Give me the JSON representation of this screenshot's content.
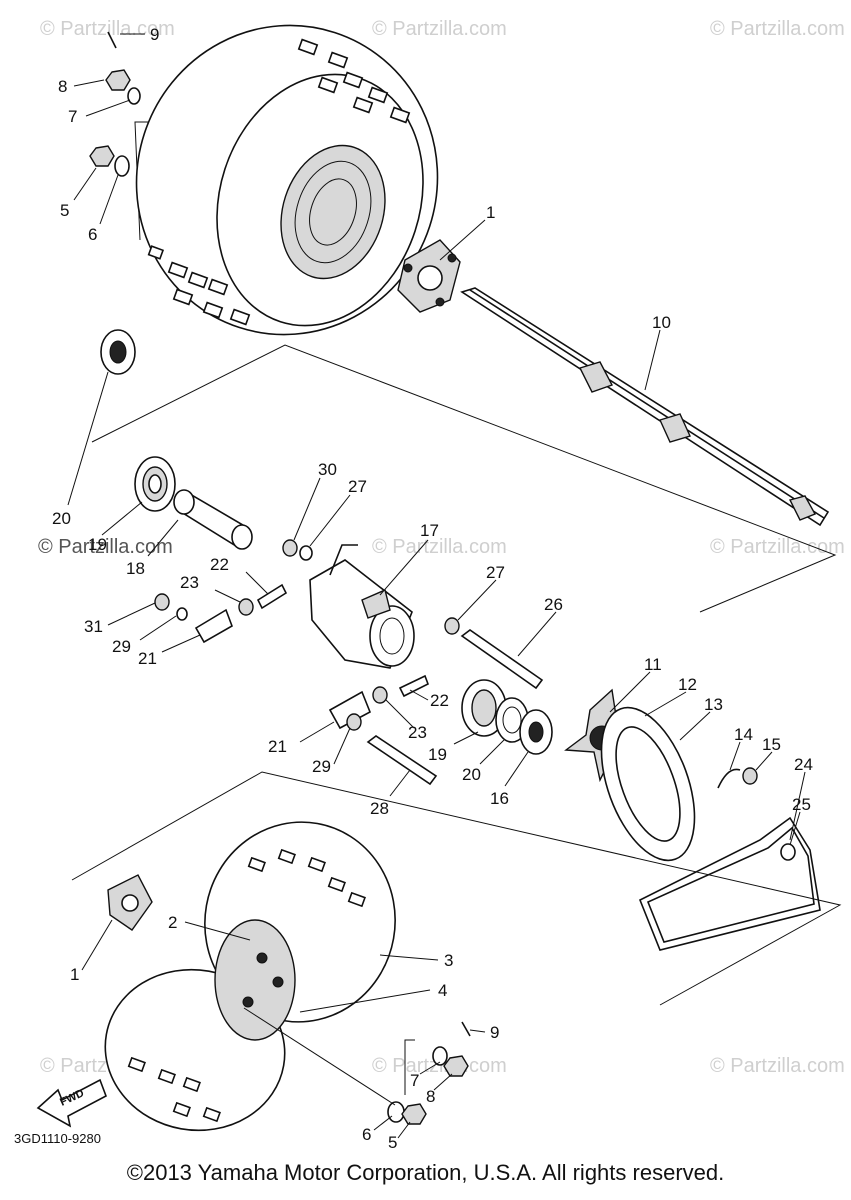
{
  "watermarks": {
    "brand": "© Partzilla.com",
    "brand_dark": "© Partzilla.com"
  },
  "diagram_code": "3GD1110-9280",
  "fwd_label": "FWD",
  "copyright": "©2013  Yamaha Motor Corporation, U.S.A. All rights reserved.",
  "callouts": [
    {
      "id": "c9a",
      "label": "9"
    },
    {
      "id": "c8a",
      "label": "8"
    },
    {
      "id": "c7a",
      "label": "7"
    },
    {
      "id": "c5a",
      "label": "5"
    },
    {
      "id": "c6a",
      "label": "6"
    },
    {
      "id": "c1a",
      "label": "1"
    },
    {
      "id": "c10",
      "label": "10"
    },
    {
      "id": "c20a",
      "label": "20"
    },
    {
      "id": "c19a",
      "label": "19"
    },
    {
      "id": "c18",
      "label": "18"
    },
    {
      "id": "c30",
      "label": "30"
    },
    {
      "id": "c27a",
      "label": "27"
    },
    {
      "id": "c17",
      "label": "17"
    },
    {
      "id": "c23a",
      "label": "23"
    },
    {
      "id": "c22a",
      "label": "22"
    },
    {
      "id": "c31",
      "label": "31"
    },
    {
      "id": "c29a",
      "label": "29"
    },
    {
      "id": "c21a",
      "label": "21"
    },
    {
      "id": "c27b",
      "label": "27"
    },
    {
      "id": "c26",
      "label": "26"
    },
    {
      "id": "c11",
      "label": "11"
    },
    {
      "id": "c12",
      "label": "12"
    },
    {
      "id": "c13",
      "label": "13"
    },
    {
      "id": "c14",
      "label": "14"
    },
    {
      "id": "c15",
      "label": "15"
    },
    {
      "id": "c24",
      "label": "24"
    },
    {
      "id": "c25",
      "label": "25"
    },
    {
      "id": "c22b",
      "label": "22"
    },
    {
      "id": "c23b",
      "label": "23"
    },
    {
      "id": "c21b",
      "label": "21"
    },
    {
      "id": "c29b",
      "label": "29"
    },
    {
      "id": "c19b",
      "label": "19"
    },
    {
      "id": "c20b",
      "label": "20"
    },
    {
      "id": "c16",
      "label": "16"
    },
    {
      "id": "c28",
      "label": "28"
    },
    {
      "id": "c2",
      "label": "2"
    },
    {
      "id": "c3",
      "label": "3"
    },
    {
      "id": "c1b",
      "label": "1"
    },
    {
      "id": "c4",
      "label": "4"
    },
    {
      "id": "c9b",
      "label": "9"
    },
    {
      "id": "c7b",
      "label": "7"
    },
    {
      "id": "c8b",
      "label": "8"
    },
    {
      "id": "c6b",
      "label": "6"
    },
    {
      "id": "c5b",
      "label": "5"
    }
  ]
}
